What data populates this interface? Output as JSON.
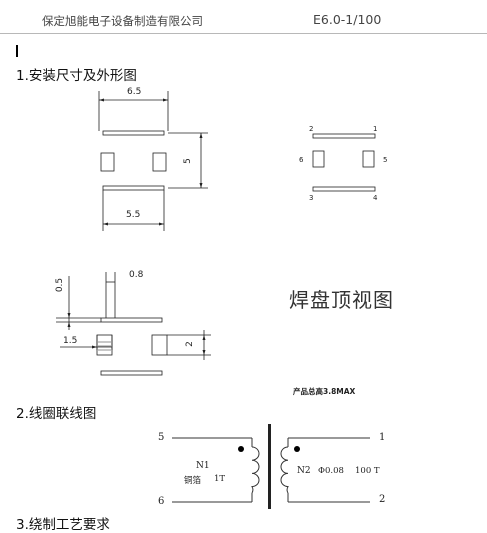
{
  "header": {
    "company": "保定旭能电子设备制造有限公司",
    "doc_no": "E6.0-1/100"
  },
  "sections": {
    "s1": "1.安装尺寸及外形图",
    "s2": "2.线圈联线图",
    "s3": "3.绕制工艺要求"
  },
  "dims": {
    "top_width": "6.5",
    "height": "5",
    "bottom_width": "5.5",
    "pad_gap": "0.8",
    "pad_h": "0.5",
    "pad_w": "1.5",
    "pad_len": "2"
  },
  "pins": {
    "p1": "1",
    "p2": "2",
    "p3": "3",
    "p4": "4",
    "p5": "5",
    "p6": "6"
  },
  "caption": "焊盘顶视图",
  "product_height": "产品总高3.8MAX",
  "winding": {
    "pin5": "5",
    "pin6": "6",
    "pin1": "1",
    "pin2": "2",
    "n1": "N1",
    "n1_wire": "铜箔",
    "n1_turns": "1T",
    "n2": "N2",
    "n2_wire": "Φ0.08",
    "n2_turns": "100 T"
  }
}
